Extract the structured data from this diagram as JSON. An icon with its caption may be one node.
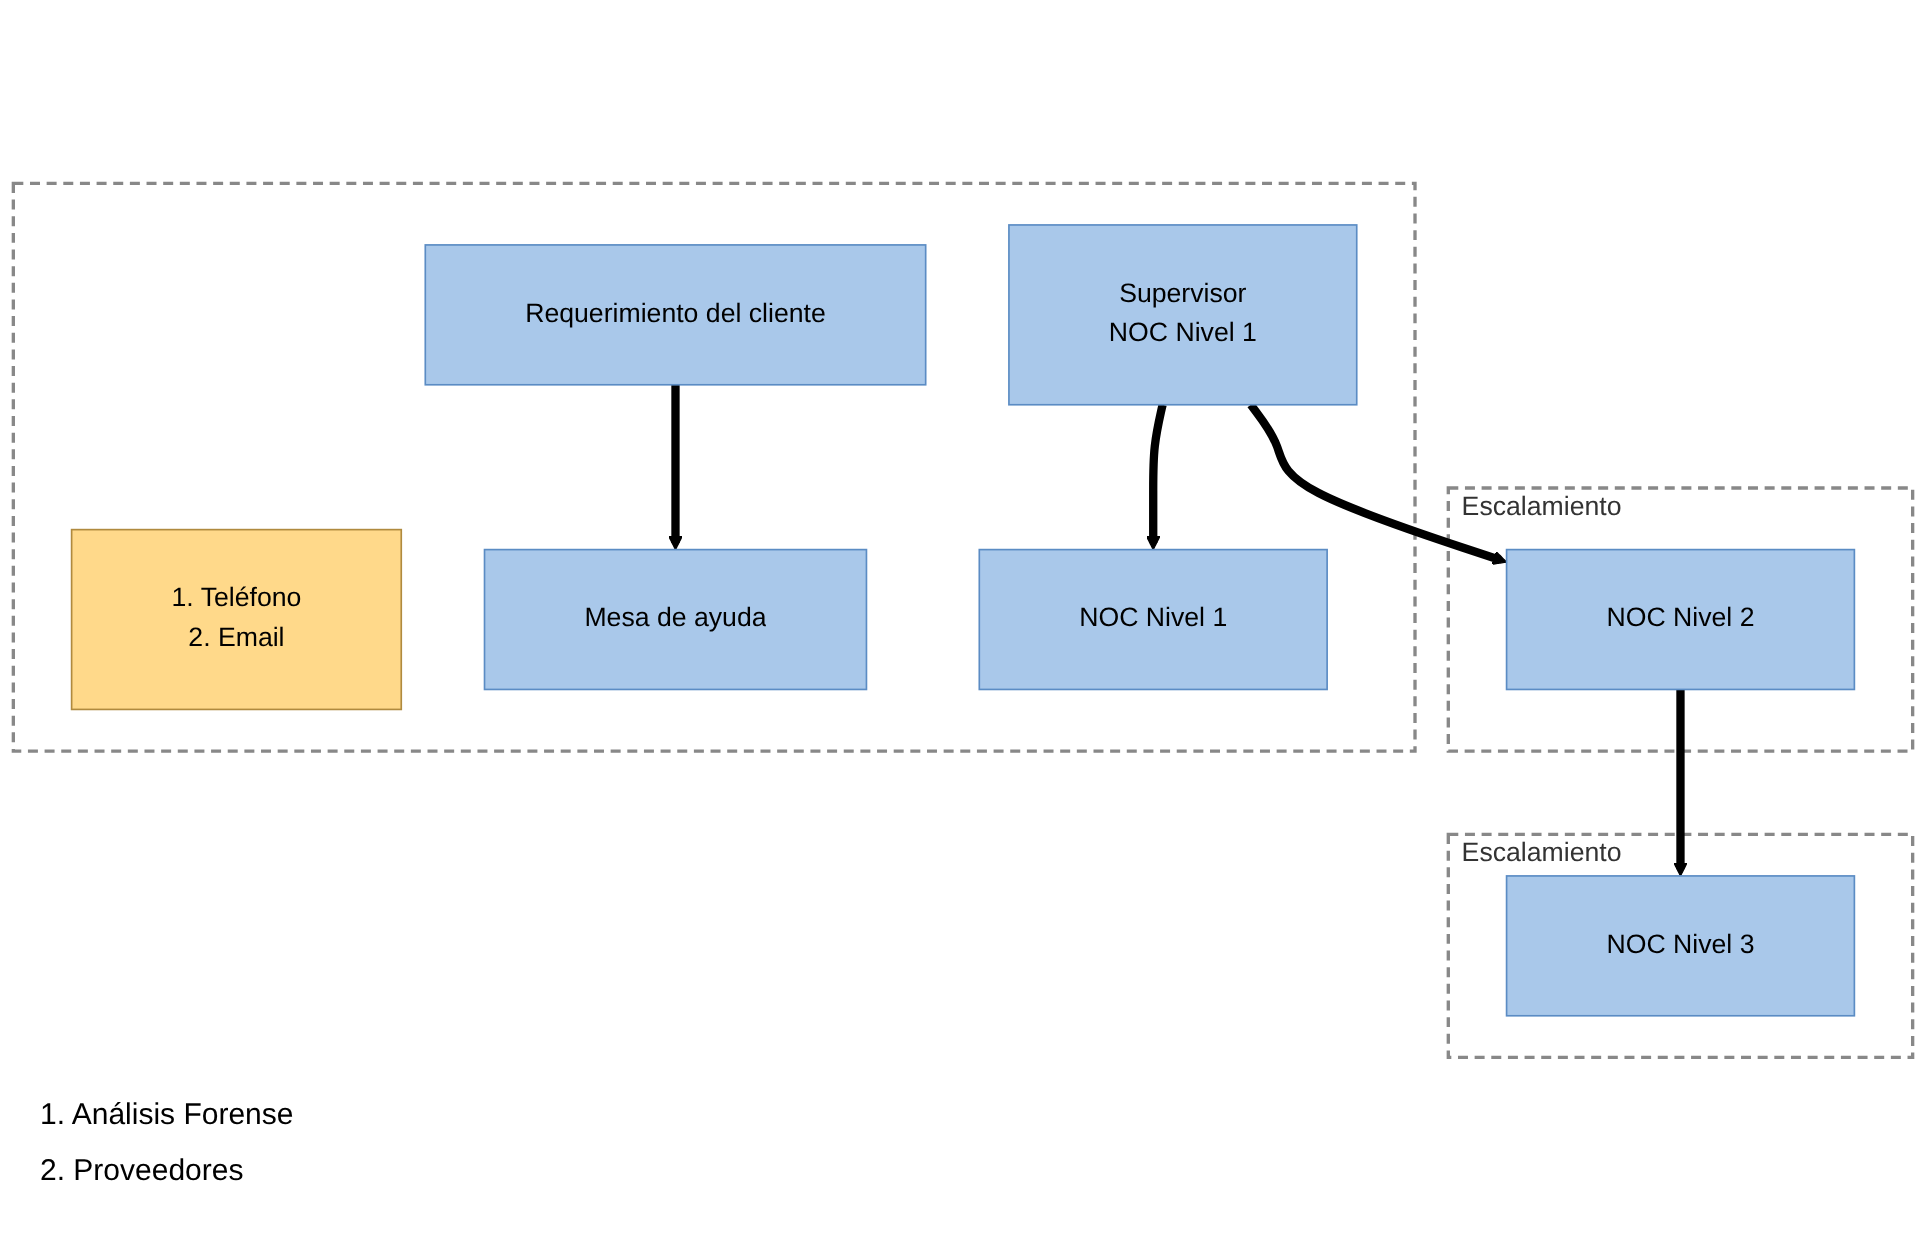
{
  "diagram": {
    "nodes": [
      {
        "text": [],
        "shape": "box"
      },
      {
        "text": [
          "Requerimiento del cliente"
        ],
        "in": 0
      },
      {
        "text": [
          "1. Teléfono",
          "2. Email"
        ],
        "in": 0
      },
      {
        "text": [
          "Mesa de ayuda"
        ],
        "in": 0
      },
      {
        "text": [
          "NOC Nivel 1"
        ],
        "in": 0
      },
      {
        "text": [
          "Supervisor",
          "NOC Nivel 1"
        ],
        "in": 0
      },
      {
        "text": [
          "Escalamiento"
        ]
      },
      {
        "text": [
          "NOC Nivel 2"
        ],
        "in": 6
      },
      {
        "text": [
          "Escalamiento"
        ]
      },
      {
        "text": [
          "NOC Nivel 3"
        ],
        "in": 8
      }
    ],
    "edges": [
      {
        "from": 1,
        "to": 3,
        "arrow": "to"
      },
      {
        "from": 5,
        "to": 4,
        "arrow": "to"
      },
      {
        "from": 5,
        "to": 7,
        "arrow": "to"
      },
      {
        "from": 7,
        "to": 9,
        "arrow": "to"
      }
    ],
    "labels": [
      "1. Análisis Forense",
      "2. Proveedores"
    ]
  }
}
